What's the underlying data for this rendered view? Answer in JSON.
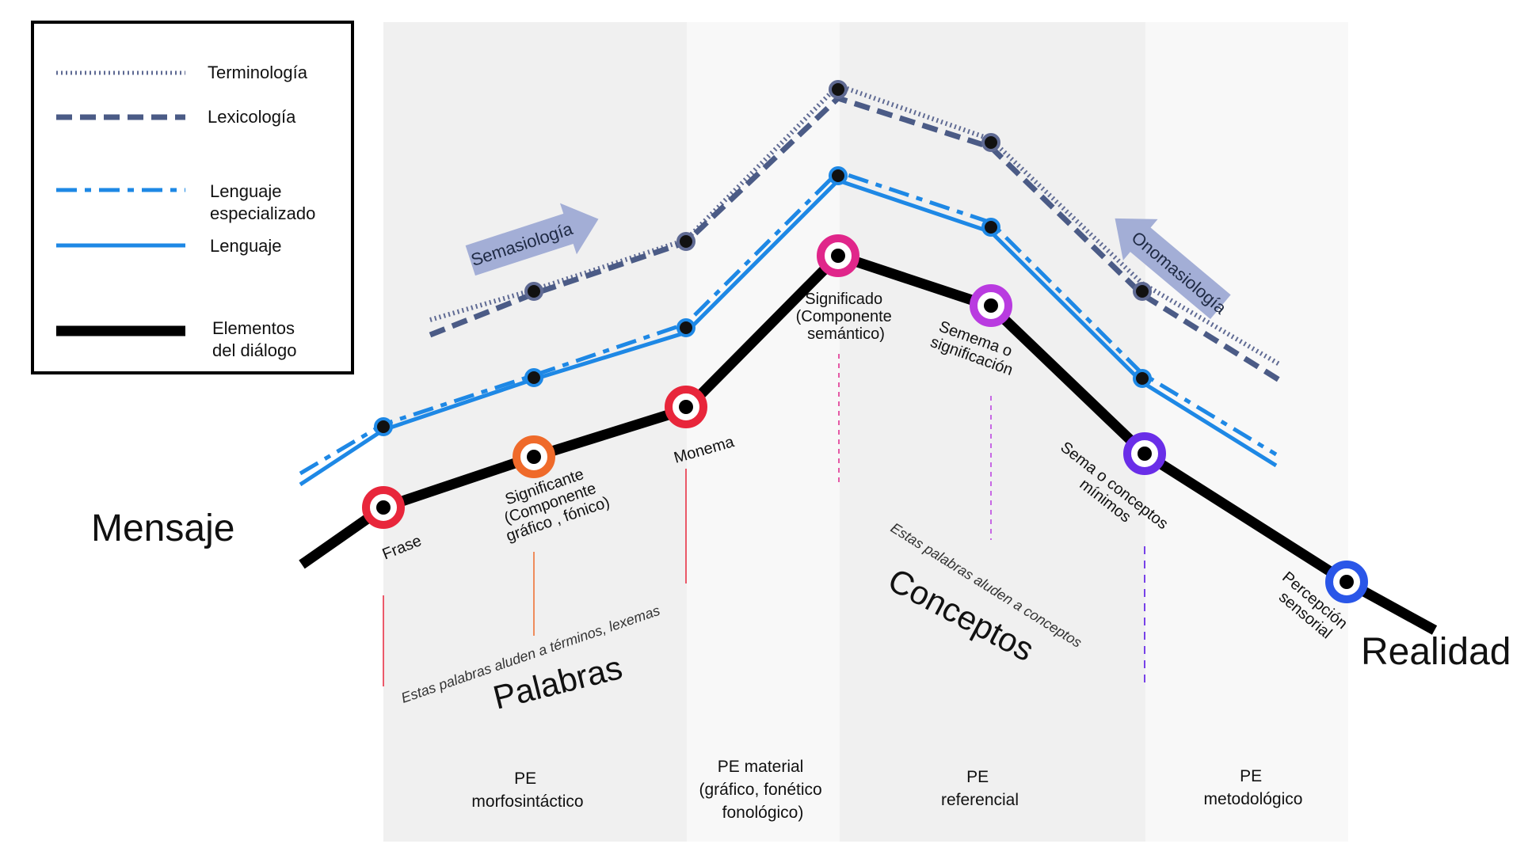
{
  "legend": {
    "items": [
      {
        "key": "terminologia",
        "label": "Terminología"
      },
      {
        "key": "lexicologia",
        "label": "Lexicología"
      },
      {
        "key": "lenguaje_especializado",
        "label_line1": "Lenguaje",
        "label_line2": "especializado"
      },
      {
        "key": "lenguaje",
        "label": "Lenguaje"
      },
      {
        "key": "elementos",
        "label_line1": "Elementos",
        "label_line2": "del diálogo"
      }
    ]
  },
  "colors": {
    "terminologia": "#5f6a93",
    "lexicologia": "#4b5b86",
    "lenguaje": "#1e88e5",
    "elementos": "#000000",
    "frase": "#e8263b",
    "significante": "#ef6a2a",
    "monema": "#e8263b",
    "significado": "#e0268a",
    "semema": "#b93be0",
    "sema": "#6a2ee8",
    "percepcion": "#2a56e8",
    "band": "#f0f0f0",
    "band_light": "#f8f8f8",
    "arrow": "#a3aed6"
  },
  "arrows": {
    "semasiologia": "Semasiología",
    "onomasiologia": "Onomasiología"
  },
  "extremes": {
    "mensaje": "Mensaje",
    "realidad": "Realidad"
  },
  "points": {
    "frase": "Frase",
    "significante": [
      "Significante",
      "(Componente",
      "gráfico , fónico)"
    ],
    "monema": "Monema",
    "significado": [
      "Significado",
      "(Componente",
      "semántico)"
    ],
    "semema": [
      "Semema o",
      "significación"
    ],
    "sema": [
      "Sema o conceptos",
      "mínimos"
    ],
    "percepcion": [
      "Percepción",
      "sensorial"
    ]
  },
  "groups": {
    "palabras": "Palabras",
    "palabras_note": "Estas palabras aluden a términos, lexemas",
    "conceptos": "Conceptos",
    "conceptos_note": "Estas palabras aluden a conceptos"
  },
  "bands": {
    "morfosintactico": [
      "PE",
      "morfosintáctico"
    ],
    "material": [
      "PE material",
      "(gráfico, fonético",
      "fonológico)"
    ],
    "referencial": [
      "PE",
      "referencial"
    ],
    "metodologico": [
      "PE",
      "metodológico"
    ]
  }
}
